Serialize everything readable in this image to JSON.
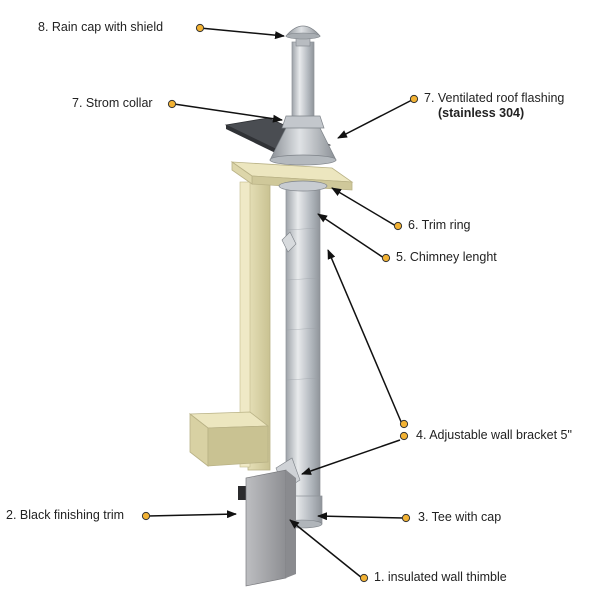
{
  "labels": {
    "rain_cap": "8. Rain cap with shield",
    "storm_collar": "7. Strom collar",
    "roof_flashing": "7. Ventilated roof flashing",
    "roof_flashing_material": "(stainless 304)",
    "trim_ring": "6. Trim ring",
    "chimney_length": "5. Chimney lenght",
    "wall_bracket": "4. Adjustable wall bracket 5\"",
    "finishing_trim": "2. Black finishing trim",
    "tee_with_cap": "3. Tee with cap",
    "wall_thimble": "1. insulated wall thimble"
  },
  "colors": {
    "marker_fill": "#f2b233",
    "marker_stroke": "#333333",
    "pipe": "#c9cdd2",
    "wall": "#d8d2a8",
    "thimble": "#a9aaad",
    "roof_panel": "#4a4d52"
  }
}
